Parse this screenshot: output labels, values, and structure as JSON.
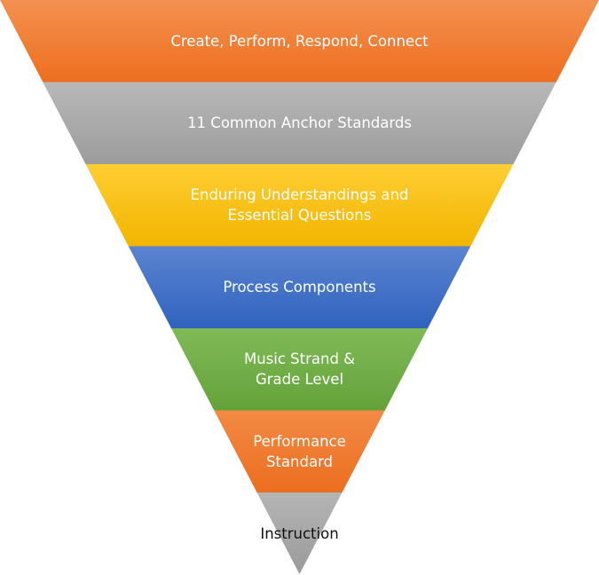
{
  "funnel": {
    "levels": [
      {
        "lines": [
          "Create, Perform, Respond, Connect"
        ],
        "color_top": "#F49150",
        "color_bottom": "#EE6E1F",
        "text_color": "#ffffff"
      },
      {
        "lines": [
          "11 Common Anchor Standards"
        ],
        "color_top": "#B8B8B8",
        "color_bottom": "#9C9C9C",
        "text_color": "#ffffff"
      },
      {
        "lines": [
          "Enduring Understandings and",
          "Essential Questions"
        ],
        "color_top": "#FFCE33",
        "color_bottom": "#F2B500",
        "text_color": "#ffffff"
      },
      {
        "lines": [
          "Process Components"
        ],
        "color_top": "#5B84D0",
        "color_bottom": "#2F63BF",
        "text_color": "#ffffff"
      },
      {
        "lines": [
          "Music Strand &",
          "Grade Level"
        ],
        "color_top": "#80BA57",
        "color_bottom": "#63A23A",
        "text_color": "#ffffff"
      },
      {
        "lines": [
          "Performance",
          "Standard"
        ],
        "color_top": "#F38A45",
        "color_bottom": "#EC6E1F",
        "text_color": "#ffffff"
      },
      {
        "lines": [
          "Instruction"
        ],
        "color_top": "#B5B5B5",
        "color_bottom": "#9A9A9A",
        "text_color": "#111111"
      }
    ]
  }
}
